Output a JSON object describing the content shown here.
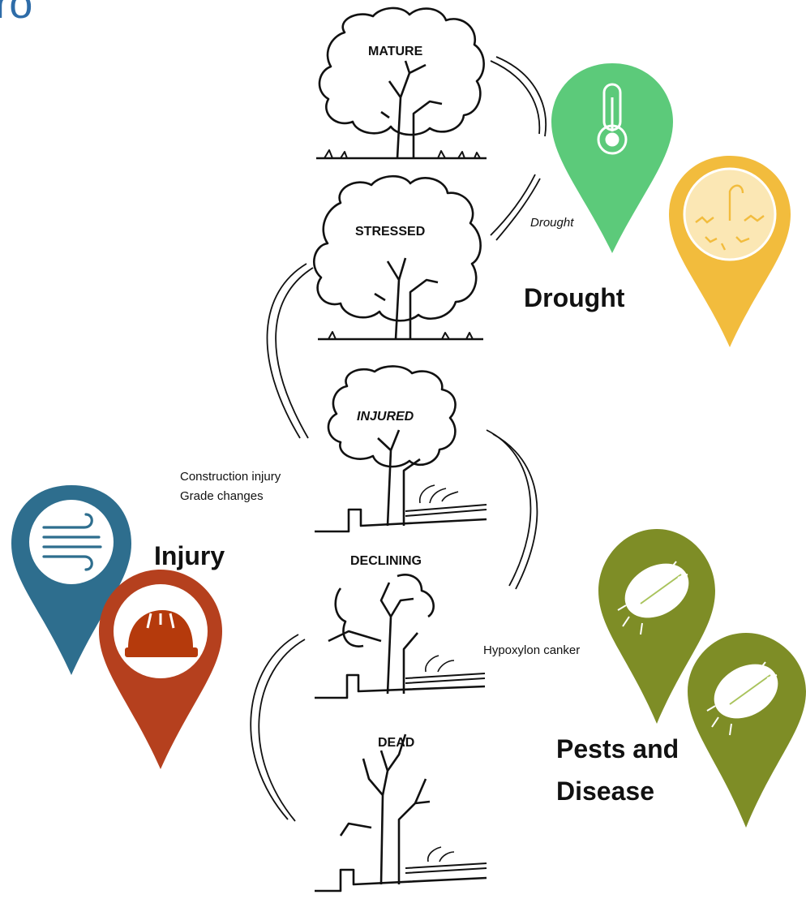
{
  "title_fragment": "ro",
  "stages": [
    "MATURE",
    "STRESSED",
    "INJURED",
    "DECLINING",
    "DEAD"
  ],
  "causes": {
    "drought_small": "Drought",
    "construction_line1": "Construction injury",
    "construction_line2": "Grade changes",
    "hypoxylon": "Hypoxylon canker"
  },
  "callouts": {
    "drought": "Drought",
    "injury": "Injury",
    "pests_line1": "Pests and",
    "pests_line2": "Disease"
  },
  "markers": [
    {
      "name": "thermometer-icon",
      "color": "#5cca7a"
    },
    {
      "name": "dry-plant-icon",
      "color": "#f2bc3d"
    },
    {
      "name": "wind-icon",
      "color": "#2e6e8e"
    },
    {
      "name": "hardhat-icon",
      "color": "#b5401e"
    },
    {
      "name": "bug-icon",
      "color": "#7e8d26"
    },
    {
      "name": "bug-icon",
      "color": "#7e8d26"
    }
  ],
  "colors": {
    "hardhat": "#b53a0c",
    "ink": "#111111"
  }
}
